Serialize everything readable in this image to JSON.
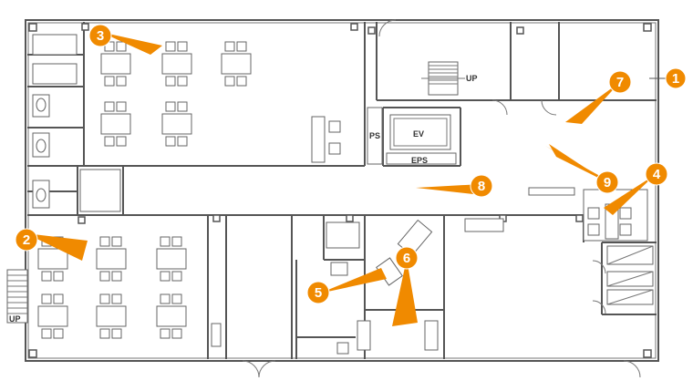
{
  "plan": {
    "room_labels": {
      "ps": "PS",
      "ev": "EV",
      "eps": "EPS",
      "up_stair_center": "UP",
      "up_stair_left": "UP"
    },
    "markers": [
      {
        "number": "1"
      },
      {
        "number": "2"
      },
      {
        "number": "3"
      },
      {
        "number": "4"
      },
      {
        "number": "5"
      },
      {
        "number": "6"
      },
      {
        "number": "7"
      },
      {
        "number": "8"
      },
      {
        "number": "9"
      }
    ],
    "colors": {
      "marker": "#f08a00",
      "wall": "#555555",
      "label_text": "#333333"
    }
  }
}
